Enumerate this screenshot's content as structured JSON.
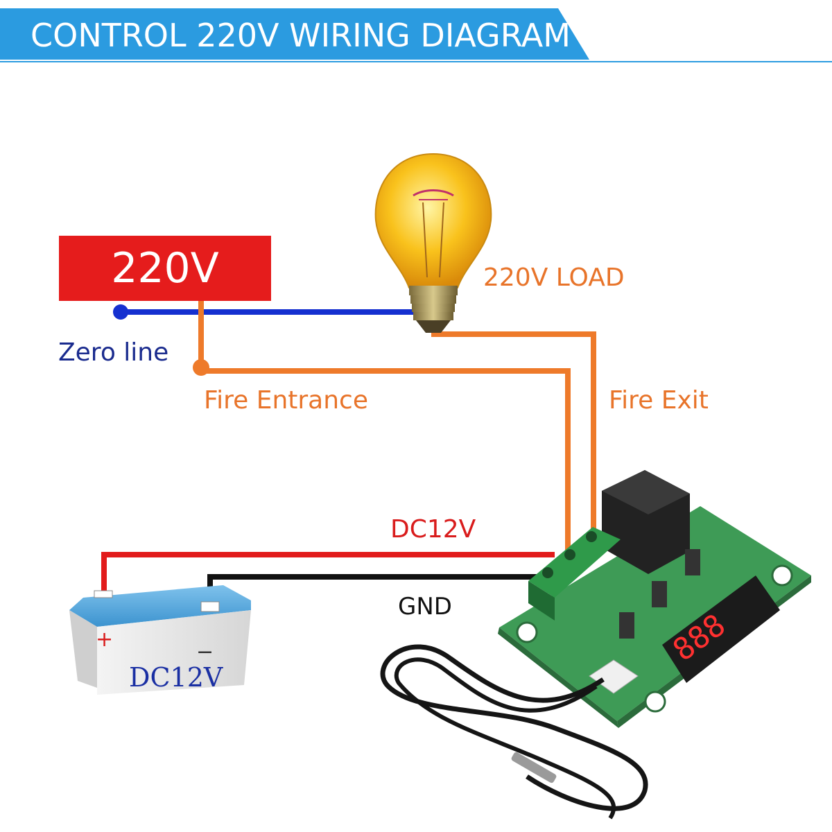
{
  "header": {
    "title": "CONTROL 220V WIRING DIAGRAM",
    "accent_color": "#2b9be0"
  },
  "supply": {
    "label": "220V",
    "color": "#e51c1c"
  },
  "wires": {
    "zero_line": "Zero line",
    "fire_entrance": "Fire Entrance",
    "fire_exit": "Fire Exit",
    "dc12v": "DC12V",
    "gnd": "GND"
  },
  "load": {
    "label": "220V LOAD",
    "icon": "light-bulb-icon"
  },
  "battery": {
    "label": "DC12V",
    "plus": "+",
    "minus": "−",
    "icon": "battery-icon"
  },
  "module": {
    "icon": "thermostat-module-icon",
    "display": "888",
    "probe_icon": "temperature-probe-icon"
  },
  "colors": {
    "zero_line": "#1530d0",
    "fire_line": "#ee7a2a",
    "dc_line": "#e21b1b",
    "gnd_line": "#111111"
  }
}
